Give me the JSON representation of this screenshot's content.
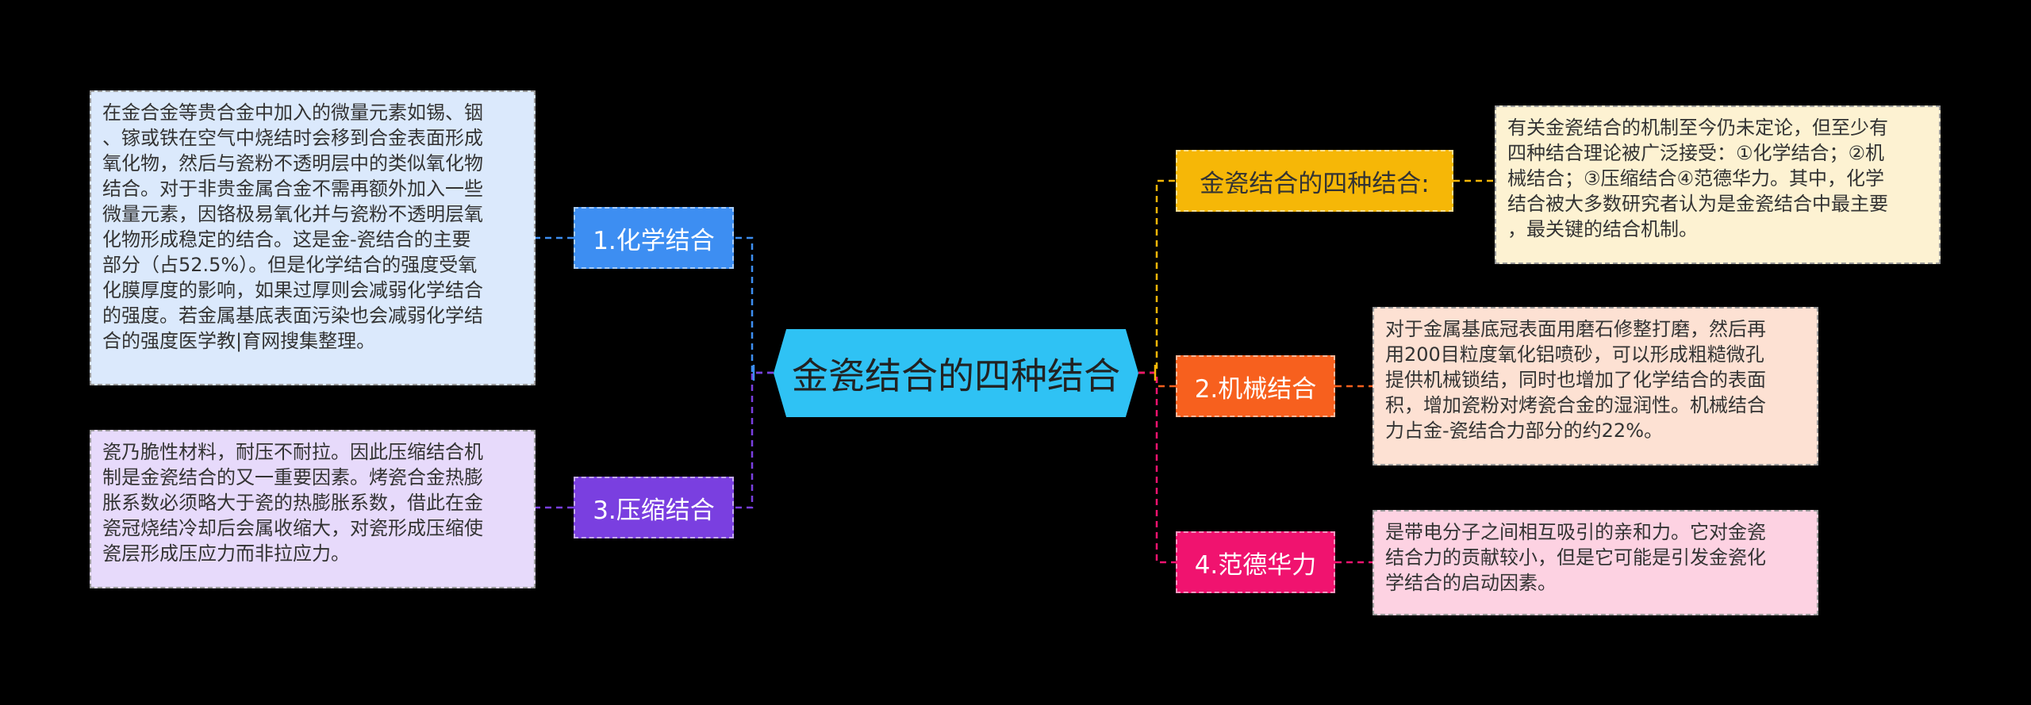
{
  "center": {
    "label": "金瓷结合的四种结合"
  },
  "branches": {
    "b1": {
      "label": "1.化学结合",
      "color": "#3d8ef2"
    },
    "b2": {
      "label": "2.机械结合",
      "color": "#f7601e"
    },
    "b3": {
      "label": "3.压缩结合",
      "color": "#7a3fe0"
    },
    "b4": {
      "label": "4.范德华力",
      "color": "#f0136f"
    },
    "b5": {
      "label": "金瓷结合的四种结合:",
      "color": "#f6b707"
    }
  },
  "notes": {
    "n1": {
      "lines": [
        "在金合金等贵合金中加入的微量元素如锡、铟",
        "、镓或铁在空气中烧结时会移到合金表面形成",
        "氧化物，然后与瓷粉不透明层中的类似氧化物",
        "结合。对于非贵金属合金不需再额外加入一些",
        "微量元素，因铬极易氧化并与瓷粉不透明层氧",
        "化物形成稳定的结合。这是金-瓷结合的主要",
        "部分（占52.5%）。但是化学结合的强度受氧",
        "化膜厚度的影响，如果过厚则会减弱化学结合",
        "的强度。若金属基底表面污染也会减弱化学结",
        "合的强度医学教|育网搜集整理。"
      ],
      "bg": "#dbe9fc"
    },
    "n2": {
      "lines": [
        "对于金属基底冠表面用磨石修整打磨，然后再",
        "用200目粒度氧化铝喷砂，可以形成粗糙微孔",
        "提供机械锁结，同时也增加了化学结合的表面",
        "积，增加瓷粉对烤瓷合金的湿润性。机械结合",
        "力占金-瓷结合力部分的约22%。"
      ],
      "bg": "#fde1d3"
    },
    "n3": {
      "lines": [
        "瓷乃脆性材料，耐压不耐拉。因此压缩结合机",
        "制是金瓷结合的又一重要因素。烤瓷合金热膨",
        "胀系数必须略大于瓷的热膨胀系数，借此在金",
        "瓷冠烧结冷却后会属收缩大，对瓷形成压缩使",
        "瓷层形成压应力而非拉应力。"
      ],
      "bg": "#e7dafb"
    },
    "n4": {
      "lines": [
        "是带电分子之间相互吸引的亲和力。它对金瓷",
        "结合力的贡献较小，但是它可能是引发金瓷化",
        "学结合的启动因素。"
      ],
      "bg": "#fdd2e2"
    },
    "n5": {
      "lines": [
        "有关金瓷结合的机制至今仍未定论，但至少有",
        "四种结合理论被广泛接受：①化学结合；②机",
        "械结合；③压缩结合④范德华力。其中，化学",
        "结合被大多数研究者认为是金瓷结合中最主要",
        "，最关键的结合机制。"
      ],
      "bg": "#fdf2d2"
    }
  }
}
